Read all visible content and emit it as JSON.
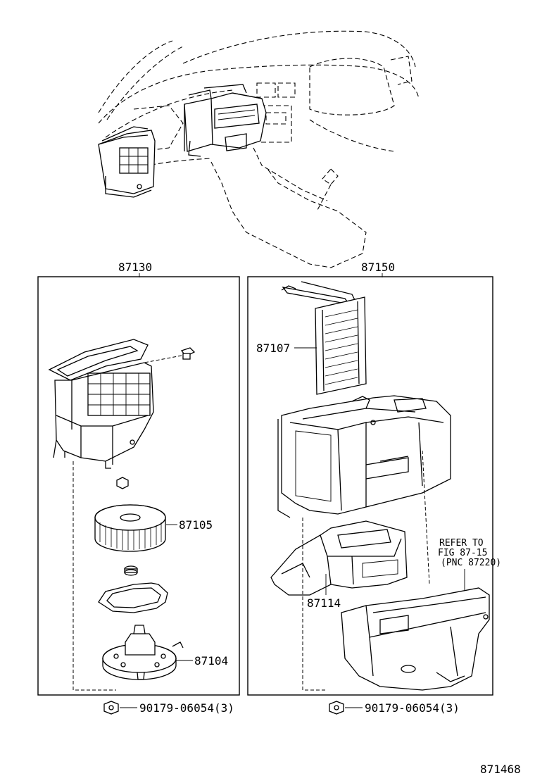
{
  "group_labels": {
    "left_box": "87130",
    "right_box": "87150"
  },
  "parts": {
    "heater_core": "87107",
    "blower_fan": "87105",
    "blower_motor": "87104",
    "duct": "87114",
    "screw_left": "90179-06054",
    "screw_left_qty": "(3)",
    "screw_right": "90179-06054",
    "screw_right_qty": "(3)"
  },
  "reference_note": {
    "line1": "REFER TO",
    "line2": "FIG 87-15",
    "line3": "(PNC 87220)"
  },
  "figure_id": "871468"
}
